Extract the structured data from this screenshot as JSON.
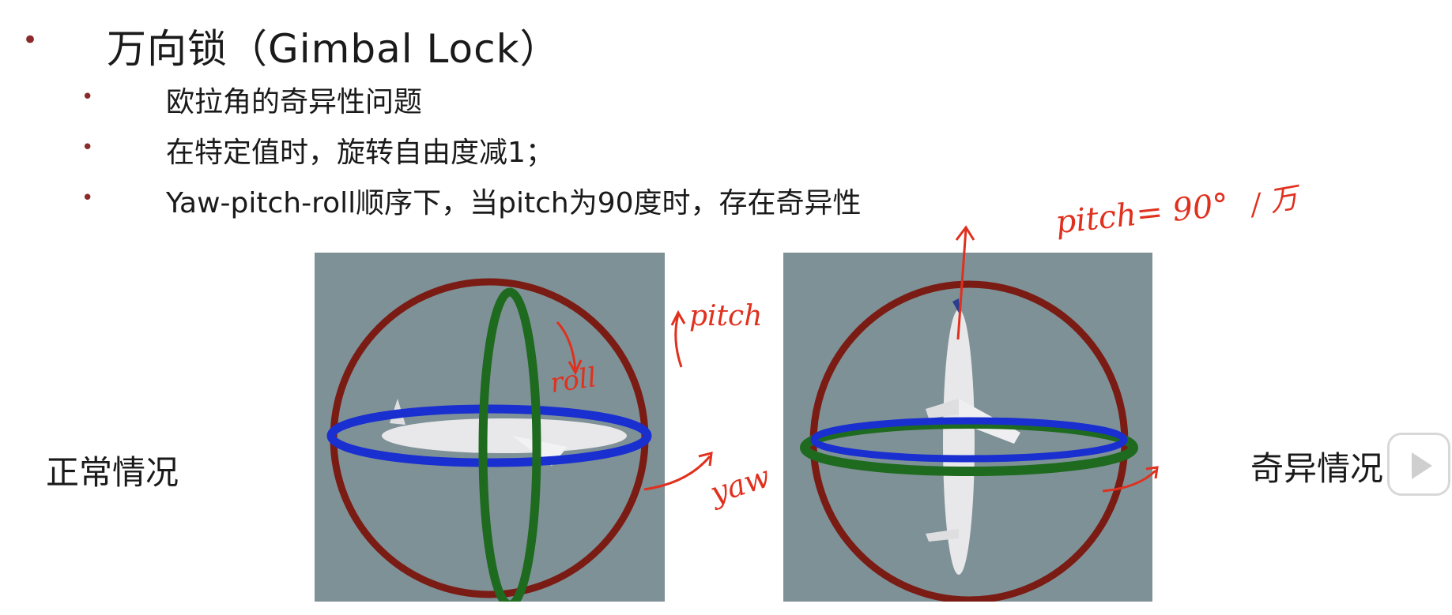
{
  "slide": {
    "title": "万向锁（Gimbal Lock）",
    "bullets": [
      "欧拉角的奇异性问题",
      "在特定值时，旋转自由度减1；",
      "Yaw-pitch-roll顺序下，当pitch为90度时，存在奇异性"
    ],
    "bullet_symbol": "•"
  },
  "figures": {
    "normal_label": "正常情况",
    "singular_label": "奇异情况"
  },
  "annotations": {
    "pitch": "pitch",
    "roll": "roll",
    "yaw": "yaw",
    "pitch_90": "pitch= 90°",
    "pitch_90_suffix": "/ 万"
  },
  "colors": {
    "ring_red": "#7a1c14",
    "ring_green": "#1e6a1e",
    "ring_blue": "#1a2fd0",
    "panel_bg": "#7e9197",
    "annotation": "#e0301e"
  },
  "controls": {
    "play_icon": "play-icon"
  }
}
